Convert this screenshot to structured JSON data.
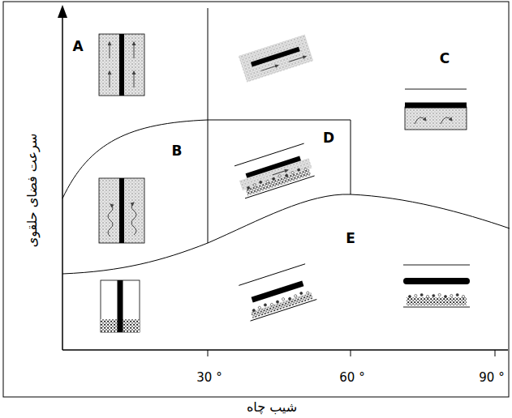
{
  "diagram": {
    "labels": [
      "A",
      "B",
      "C",
      "D",
      "E",
      "30 °",
      "60 °",
      "90 °",
      "سرعت فضای حلقوی",
      "شیب چاه"
    ]
  }
}
